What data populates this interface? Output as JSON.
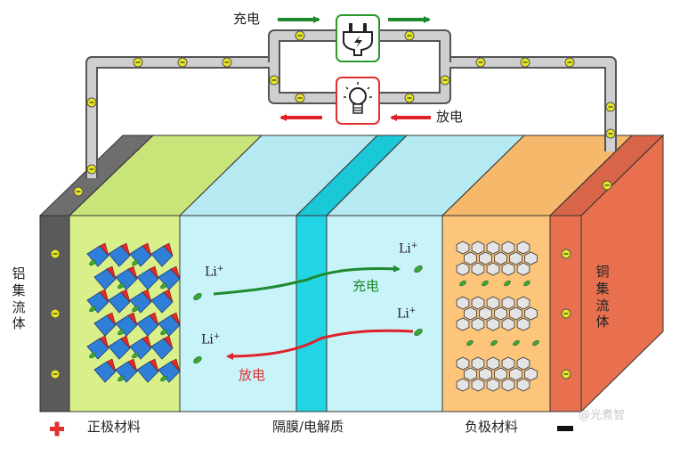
{
  "labels": {
    "charge_top": "充电",
    "discharge_top": "放电",
    "li_1": "Li",
    "li_1_sup": "+",
    "li_2": "Li",
    "li_2_sup": "+",
    "li_3": "Li",
    "li_3_sup": "+",
    "li_4": "Li",
    "li_4_sup": "+",
    "charge_arrow": "充电",
    "discharge_arrow": "放电",
    "left_collector": "铝集流体",
    "right_collector": "铜集流体",
    "cathode": "正极材料",
    "separator": "隔膜/电解质",
    "anode": "负极材料",
    "watermark": "@光煮智"
  },
  "colors": {
    "aluminum": "#5a5a5a",
    "cathode": "#d9ef8a",
    "electrolyte": "#c8f3f8",
    "separator": "#22d5e4",
    "anode": "#fcc57a",
    "copper": "#e8704e",
    "wire": "#c8c8c8",
    "electron": "#e8e820",
    "charge_green": "#1f8a2e",
    "discharge_red": "#e0202a",
    "li_ion": "#3aa83a"
  },
  "icons": [
    "plug-icon",
    "lightbulb-icon",
    "electron-icon",
    "plus-icon",
    "minus-icon"
  ]
}
